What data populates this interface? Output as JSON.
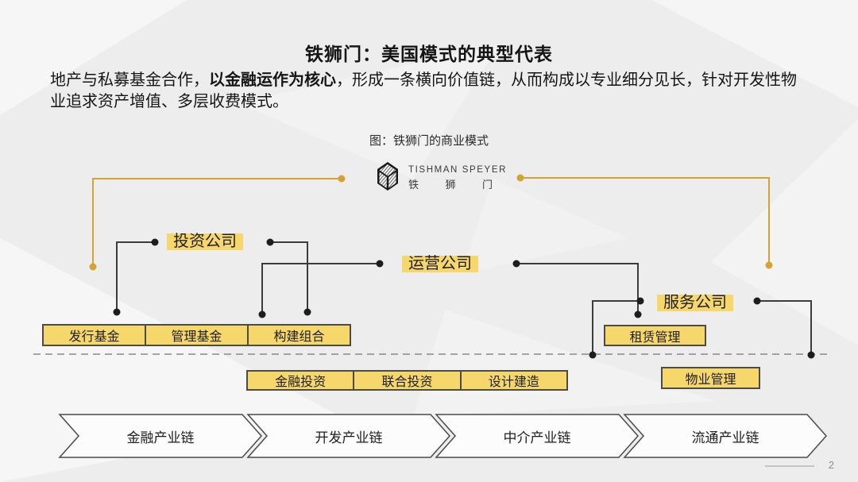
{
  "colors": {
    "bg": "#EDEDEE",
    "accent_yellow": "#F5D76B",
    "gold_line": "#D2A533",
    "line_dark": "#3C3C3C",
    "dot_dark": "#1D1D1D",
    "dashed_line": "#8A8A8A",
    "box_border": "#4C4C44",
    "chevron_fill": "#FCFCFD",
    "chevron_border": "#4A4A4A",
    "text_dark": "#151515",
    "text_gray": "#8B8B8B"
  },
  "header": {
    "title": "铁狮门：美国模式的典型代表",
    "intro_pre": "地产与私募基金合作，",
    "intro_bold": "以金融运作为核心",
    "intro_post": "，形成一条横向价值链，从而构成以专业细分见长，针对开发性物业追求资产增值、多层收费模式。",
    "figure_caption": "图：铁狮门的商业模式"
  },
  "logo": {
    "icon": "tishman-speyer-cube-icon",
    "name_en": "TISHMAN SPEYER",
    "name_cn_1": "铁",
    "name_cn_2": "狮",
    "name_cn_3": "门"
  },
  "diagram": {
    "companies": {
      "investment": "投资公司",
      "operation": "运营公司",
      "service": "服务公司"
    },
    "fund_row": [
      "发行基金",
      "管理基金",
      "构建组合"
    ],
    "leasing_box": "租赁管理",
    "dev_row": [
      "金融投资",
      "联合投资",
      "设计建造"
    ],
    "property_box": "物业管理",
    "chains": [
      "金融产业链",
      "开发产业链",
      "中介产业链",
      "流通产业链"
    ]
  },
  "footer": {
    "page_number": "2"
  }
}
